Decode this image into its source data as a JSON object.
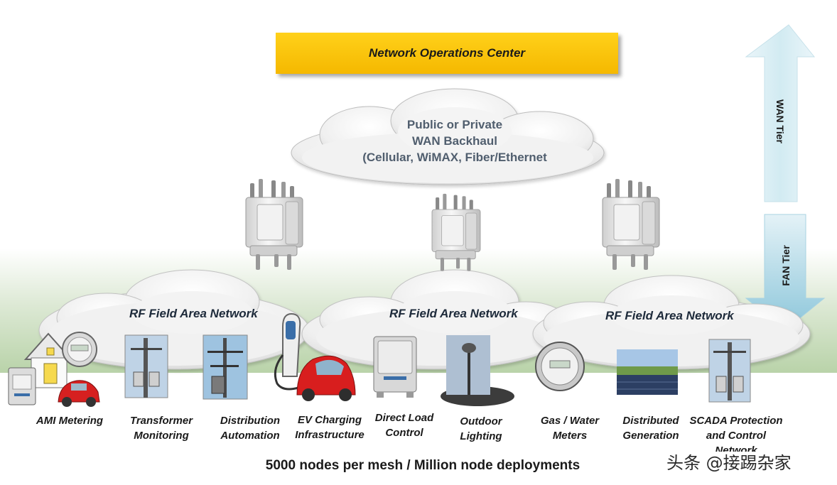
{
  "noc": {
    "label": "Network Operations Center"
  },
  "wan_cloud": {
    "line1": "Public or Private",
    "line2": "WAN Backhaul",
    "line3": "(Cellular, WiMAX, Fiber/Ethernet"
  },
  "tiers": {
    "wan": "WAN Tier",
    "fan": "FAN Tier"
  },
  "rf_clouds": [
    {
      "label": "RF Field Area Network"
    },
    {
      "label": "RF Field Area Network"
    },
    {
      "label": "RF Field Area Network"
    }
  ],
  "devices": [
    {
      "line1": "AMI Metering",
      "line2": ""
    },
    {
      "line1": "Transformer",
      "line2": "Monitoring"
    },
    {
      "line1": "Distribution",
      "line2": "Automation"
    },
    {
      "line1": "EV Charging",
      "line2": "Infrastructure"
    },
    {
      "line1": "Direct Load",
      "line2": "Control"
    },
    {
      "line1": "Outdoor",
      "line2": "Lighting"
    },
    {
      "line1": "Gas / Water",
      "line2": "Meters"
    },
    {
      "line1": "Distributed",
      "line2": "Generation"
    },
    {
      "line1": "SCADA Protection",
      "line2": "and Control",
      "line3": "Network"
    }
  ],
  "footer": "5000 nodes per mesh / Million node deployments",
  "watermark": "头条 @接踢杂家",
  "colors": {
    "noc_fill": "#f5c000",
    "arrow_fill": "#d6ecf3",
    "ground": "#b9d3a9",
    "cloud_fill": "#f0f0f0"
  }
}
